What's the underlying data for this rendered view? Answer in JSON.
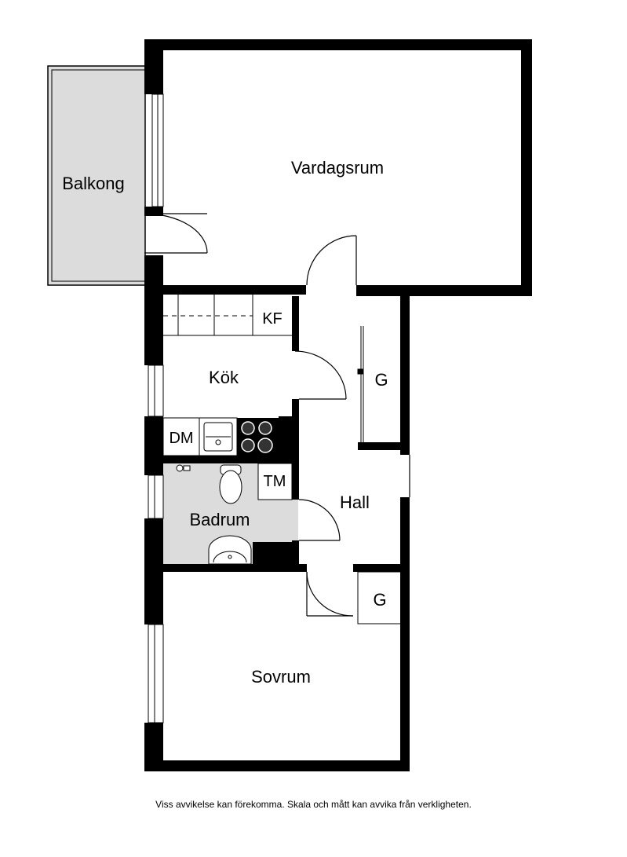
{
  "rooms": {
    "balkong": "Balkong",
    "vardagsrum": "Vardagsrum",
    "kf": "KF",
    "kok": "Kök",
    "dm": "DM",
    "tm": "TM",
    "badrum": "Badrum",
    "hall": "Hall",
    "garderob_upper": "G",
    "garderob_lower": "G",
    "sovrum": "Sovrum"
  },
  "disclaimer": "Viss avvikelse kan förekomma. Skala och mått kan avvika från verkligheten.",
  "colors": {
    "wall": "#000000",
    "balcony_fill": "#dcdcdc",
    "bathroom_fill": "#dcdcdc",
    "background": "#ffffff"
  }
}
